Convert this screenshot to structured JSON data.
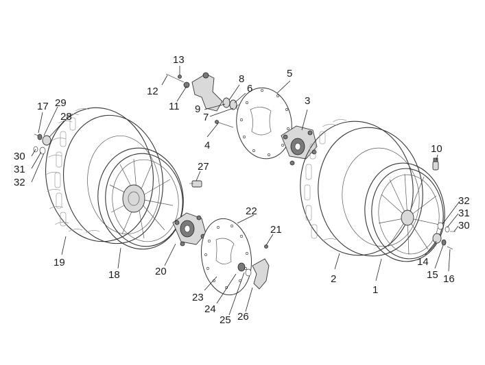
{
  "diagram": {
    "callouts": [
      "1",
      "2",
      "3",
      "4",
      "5",
      "6",
      "7",
      "8",
      "9",
      "10",
      "11",
      "12",
      "13",
      "14",
      "15",
      "16",
      "17",
      "18",
      "19",
      "20",
      "21",
      "22",
      "23",
      "24",
      "25",
      "26",
      "27",
      "28",
      "29",
      "30",
      "31",
      "32",
      "30",
      "31",
      "32"
    ]
  }
}
